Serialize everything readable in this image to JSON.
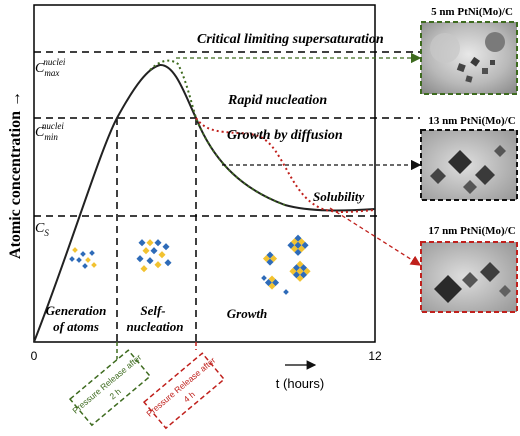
{
  "yaxis_label": "Atomic concentration →",
  "xaxis_label": "t (hours)",
  "x_ticks": [
    "0",
    "12"
  ],
  "levels": {
    "cmax": {
      "base": "C",
      "sub": "max",
      "sup": "nuclei"
    },
    "cmin": {
      "base": "C",
      "sub": "min",
      "sup": "nuclei"
    },
    "cs": {
      "base": "C",
      "sub": "S"
    }
  },
  "annotations": {
    "supersaturation": "Critical limiting supersaturation",
    "rapid_nucleation": "Rapid nucleation",
    "growth_diffusion": "Growth by diffusion",
    "solubility": "Solubility"
  },
  "stages": {
    "generation_1": "Generation",
    "generation_2": "of atoms",
    "self_1": "Self-",
    "self_2": "nucleation",
    "growth": "Growth"
  },
  "pressure_labels": {
    "green_1": "Pressure Release after",
    "green_2": "2 h",
    "red_1": "Pressure Release after",
    "red_2": "4 h"
  },
  "micrographs": [
    {
      "title": "5 nm PtNi(Mo)/C",
      "border": "#3e6b1f"
    },
    {
      "title": "13 nm PtNi(Mo)/C",
      "border": "#111111"
    },
    {
      "title": "17 nm PtNi(Mo)/C",
      "border": "#c0201c"
    }
  ],
  "colors": {
    "green": "#3e6b1f",
    "red": "#c0201c",
    "black": "#111111",
    "blue_particle": "#2e6bb8",
    "yellow_particle": "#f2c230"
  }
}
